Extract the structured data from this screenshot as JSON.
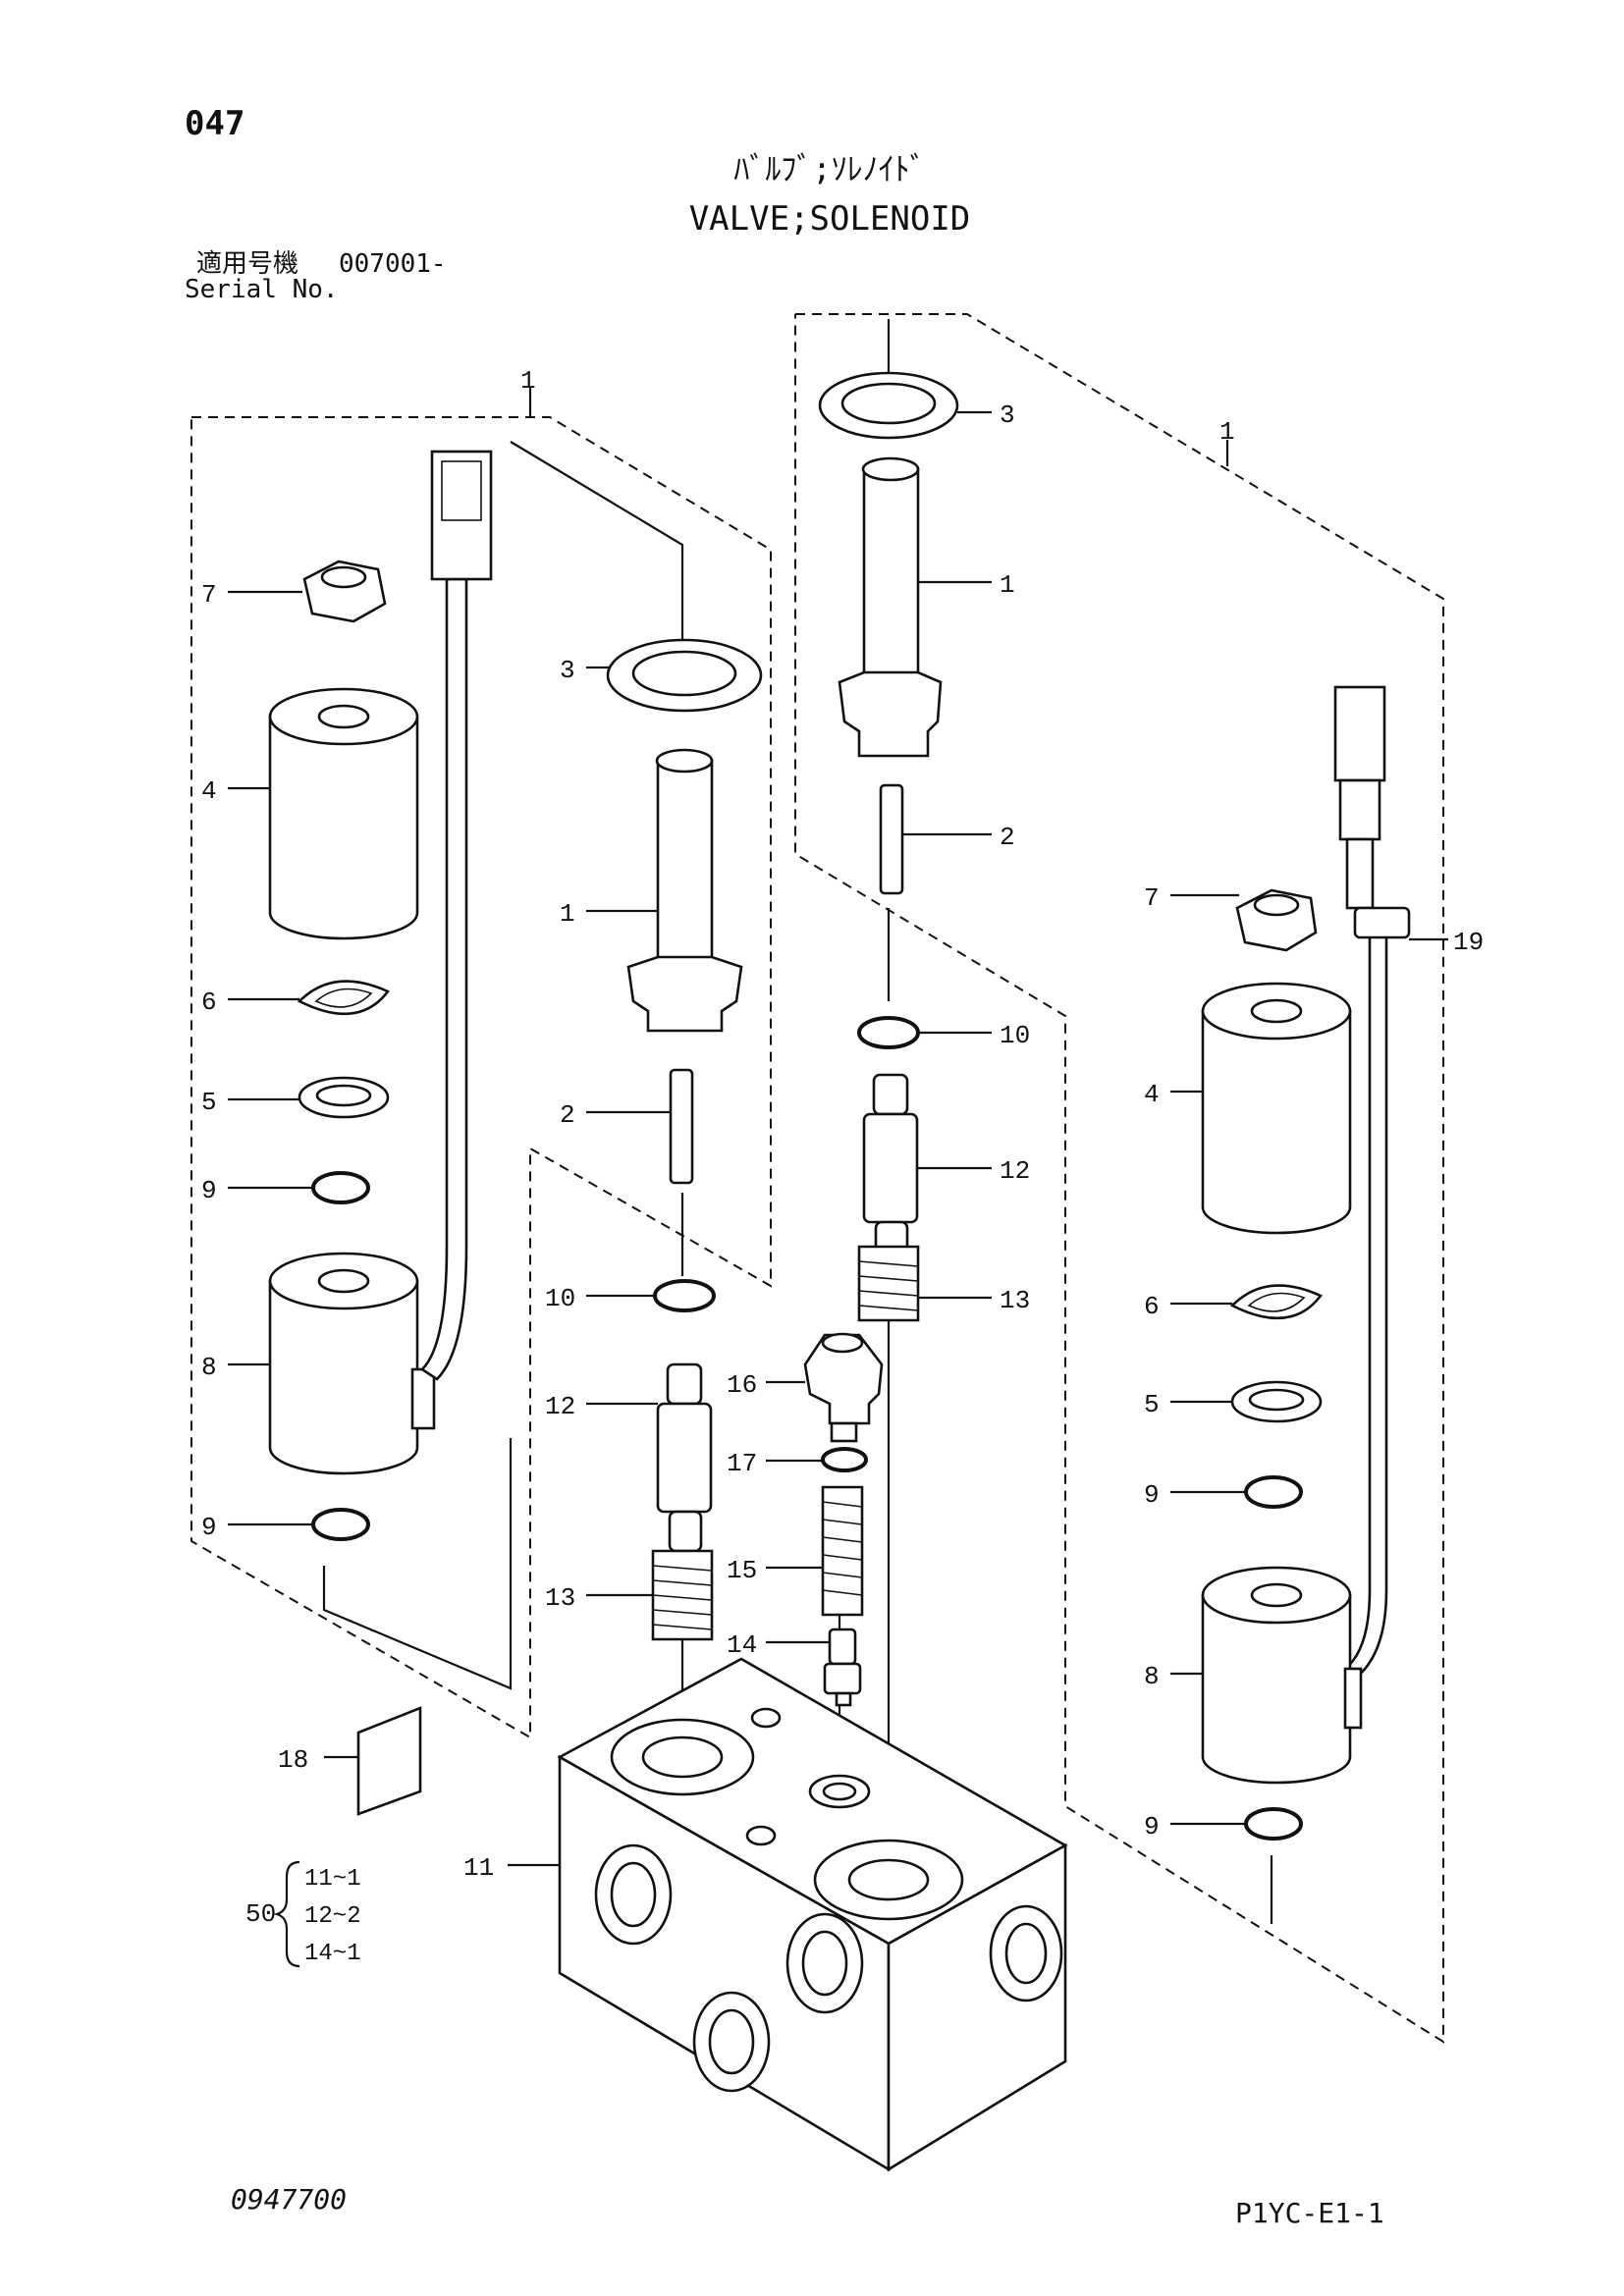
{
  "header": {
    "page_number": "047",
    "title_jp": "ﾊﾞﾙﾌﾞ;ｿﾚﾉｲﾄﾞ",
    "title_en": "VALVE;SOLENOID",
    "serial_label_jp": "適用号機",
    "serial_value": "007001-",
    "serial_label_en": "Serial No."
  },
  "footer": {
    "drawing_number": "0947700",
    "model_code": "P1YC-E1-1"
  },
  "callouts": {
    "group_left": "1",
    "group_right": "1",
    "left": [
      "7",
      "4",
      "6",
      "5",
      "9",
      "8",
      "9",
      "18"
    ],
    "center": [
      "3",
      "1",
      "2",
      "10",
      "12",
      "13",
      "11"
    ],
    "inner": [
      "3",
      "1",
      "2",
      "10",
      "12",
      "13",
      "16",
      "17",
      "15",
      "14"
    ],
    "right": [
      "7",
      "19",
      "4",
      "6",
      "5",
      "9",
      "8",
      "9"
    ]
  },
  "kit": {
    "number": "50",
    "items": [
      "11~1",
      "12~2",
      "14~1"
    ]
  }
}
